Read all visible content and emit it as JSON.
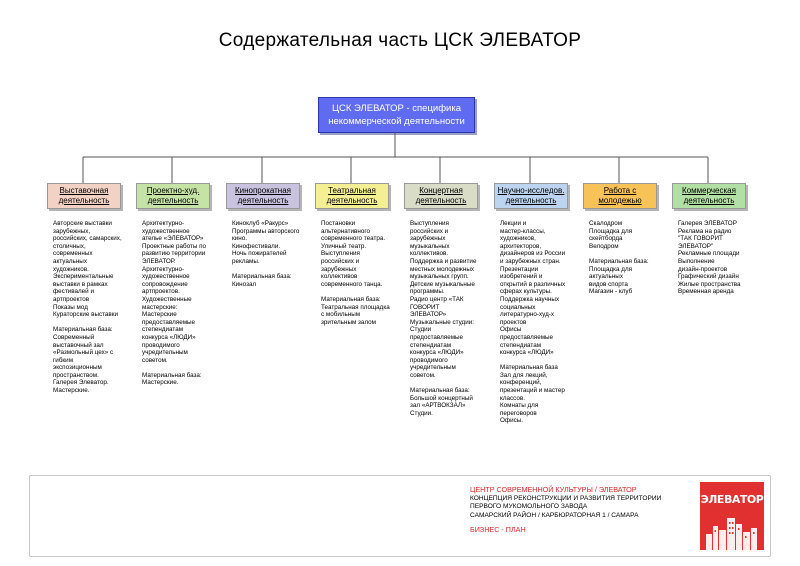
{
  "header": {
    "title": "Содержательная часть   ЦСК ЭЛЕВАТОР"
  },
  "root": {
    "line1": "ЦСК ЭЛЕВАТОР - специфика",
    "line2": "некоммерческой деятельности"
  },
  "categories": [
    {
      "label": [
        "Выставочная",
        "деятельность"
      ],
      "color": "#f2d2c5",
      "text": "Авторские выставки\nзарубежных,\nроссийских, самарских,\nстоличных,\nсовременных\nактуальных\nхудожников.\nЭкспериментальные\nвыставки в рамках\nфестивалей и\nартпроектов\nПоказы мод\nКураторские выставки\n\nМатериальная база:\nСовременный\nвыставочный зал\n«Размольный цех» с\nгибким\nэкспозиционным\nпространством.\nГалерея Элеватор.\nМастерские."
    },
    {
      "label": [
        "Проектно-худ.",
        "деятельность"
      ],
      "color": "#c6e3a6",
      "text": "Архитектурно-\nхудожественное\nателье «ЭЛЕВАТОР»\nПроектные работы по\nразвитию территории\nЭЛЕВАТОР.\nАрхитектурно-\nхудожественное\nсопровождение\nартпроектов.\nХудожественные\nмастерские:\nМастерские\nпредоставляемые\nстепендиатам\nконкурса «ЛЮДИ»\nпроводимого\nучредительным\nсоветом.\n\nМатериальная база:\nМастерские."
    },
    {
      "label": [
        "Кинопрокатная",
        "деятельность"
      ],
      "color": "#c9c3df",
      "text": "Киноклуб «Ракурс»\nПрограммы авторского\nкино.\nКинофестивали.\nНочь пожирателей\nрекламы.\n\nМатериальная база:\nКинозал"
    },
    {
      "label": [
        "Театральная",
        "деятельность"
      ],
      "color": "#f4ef93",
      "text": "Постановки\nальтернативного\nсовременного театра.\nУличный театр.\nВыступления\nроссийских и\nзарубежных\nколлективов\nсовременного танца.\n\nМатериальная база:\nТеатральная площадка\nс мобильным\nзрительным залом"
    },
    {
      "label": [
        "Концертная",
        "деятельность"
      ],
      "color": "#d9dcc7",
      "text": "Выступления\nроссийских и\nзарубежных\nмузыкальных\nколлективов.\nПоддержка и развитие\nместных молодежных\nмузыкальных групп.\nДетские музыкальные\nпрограммы.\nРадио центр «ТАК\nГОВОРИТ\nЭЛЕВАТОР»\nМузыкальные студии:\nСтудии\nпредоставляемые\nстепендиатам\nконкурса «ЛЮДИ»\nпроводимого\nучредительным\nсоветом.\n\nМатериальная база:\nБольшой концертный\nзал «АРТВОКЗАЛ»\nСтудии."
    },
    {
      "label": [
        "Научно-исследов.",
        "деятельность"
      ],
      "color": "#bcd4ef",
      "text": "Лекции и\nмастер-классы,\nхудожников,\nархитекторов,\nдизайнеров из России\nи зарубежных стран.\nПрезентации\nизобретений и\nоткрытий в различных\nсферах культуры.\nПоддержка научных\nсоциальных\nлитературно-худ-х\nпроектов\nОфисы\nпредоставляемые\nстепендиатам\nконкурса «ЛЮДИ»\n\nМатериальная база\nЗал для лекций,\nконференций,\nпрезентаций и мастер\nклассов.\nКомнаты для\nпереговоров\nОфисы."
    },
    {
      "label": [
        "Работа с",
        "молодежью"
      ],
      "color": "#f7c258",
      "text": "Скалодром\nПлощадка для\nскейтборда\nВелодром\n\nМатериальная база:\nПлощадка для\nактуальных\nвидов спорта\nМагазин - клуб"
    },
    {
      "label": [
        "Коммерческая",
        "деятельность"
      ],
      "color": "#b2dfa3",
      "text": "Галерея ЭЛЕВАТОР\nРеклама на радио\n\"ТАК ГОВОРИТ\nЭЛЕВАТОР\"\nРекламные площади\nВыполнение\nдизайн-проектов\nГрафический дизайн\nЖилые пространства\nВременная аренда"
    }
  ],
  "footer": {
    "org": "ЦЕНТР  СОВРЕМЕННОЙ КУЛЬТУРЫ / ЭЛЕВАТОР",
    "line1": "КОНЦЕПЦИЯ  РЕКОНСТРУКЦИИ И РАЗВИТИЯ ТЕРРИТОРИИ",
    "line2": "ПЕРВОГО МУКОМОЛЬНОГО ЗАВОДА",
    "address": "САМАРСКИЙ РАЙОН / КАРБЮРАТОРНАЯ 1 / САМАРА",
    "doc": "БИЗНЕС - ПЛАН",
    "logo_word": "ЭЛЕВАТОР",
    "logo_color": "#e03030"
  }
}
